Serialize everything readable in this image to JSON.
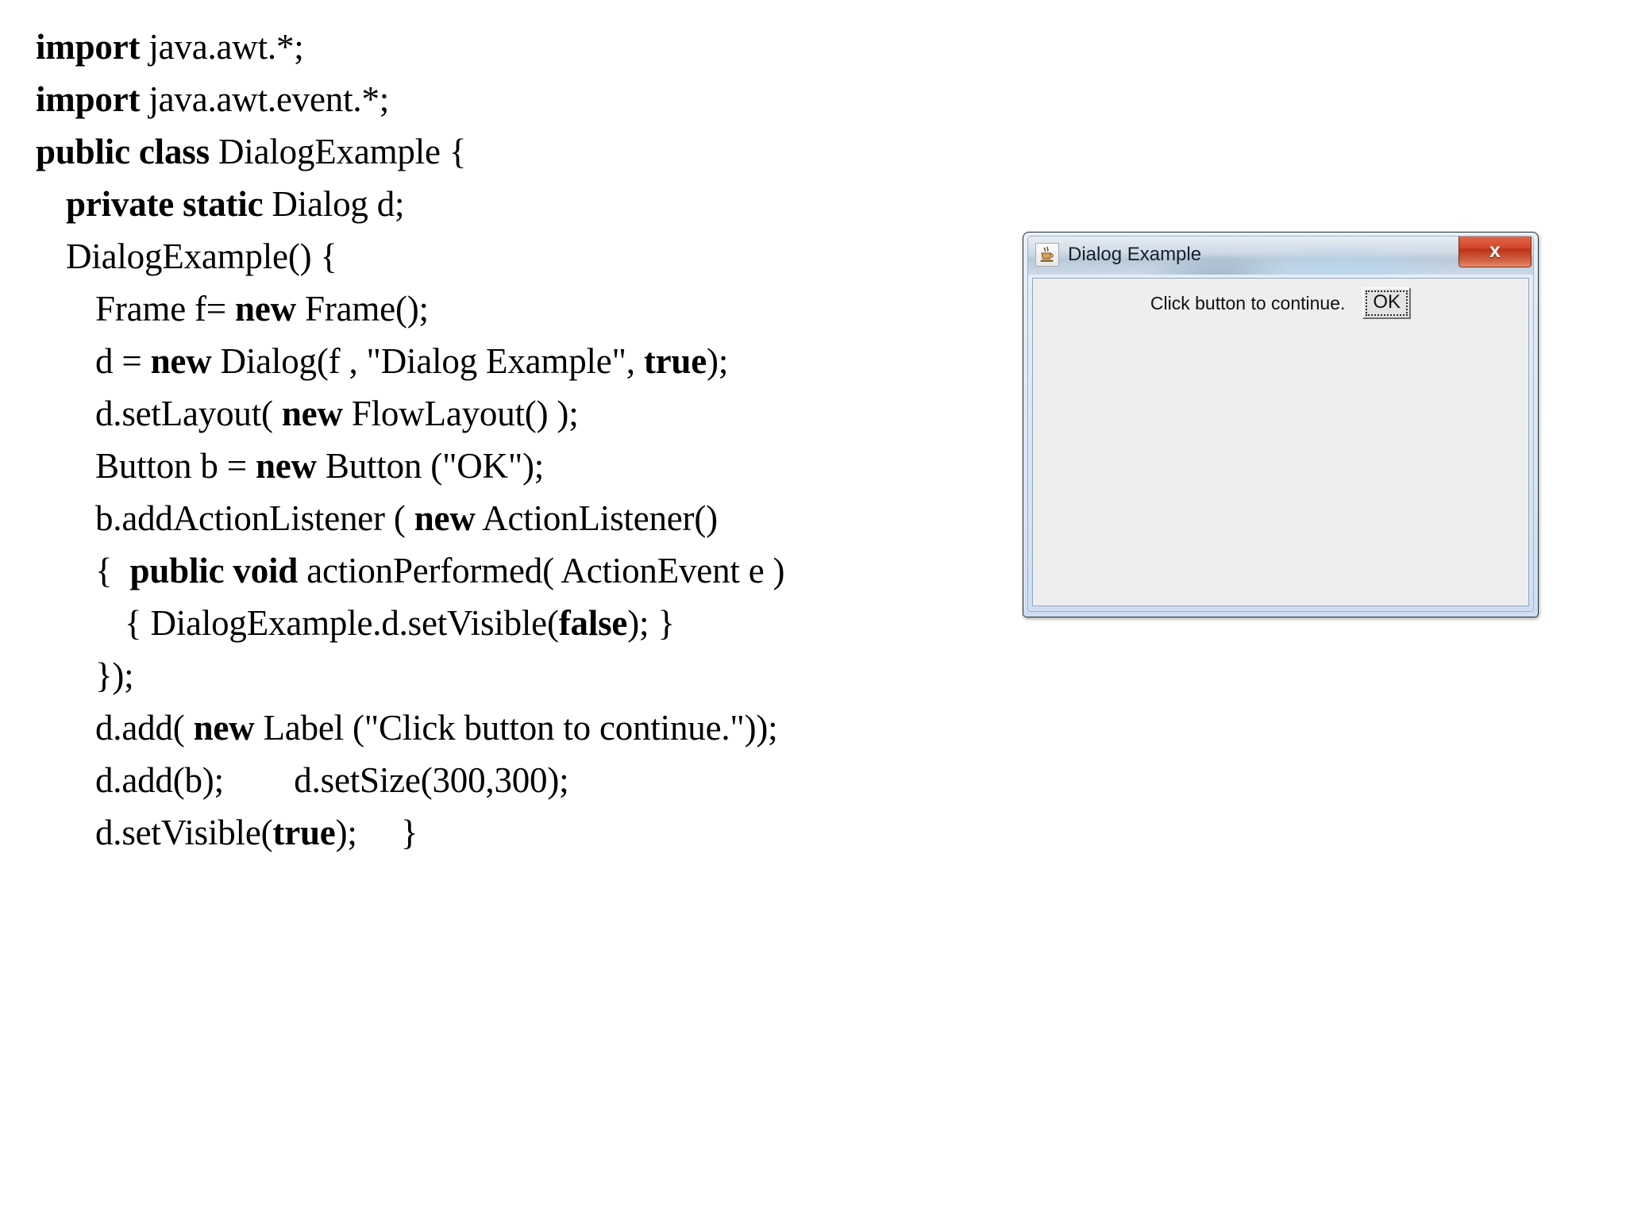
{
  "code": {
    "language": "java",
    "lines": [
      {
        "indent": 0,
        "segments": [
          {
            "t": "import",
            "bold": true
          },
          {
            "t": " java.awt.*;",
            "bold": false
          }
        ]
      },
      {
        "indent": 0,
        "segments": [
          {
            "t": "import",
            "bold": true
          },
          {
            "t": " java.awt.event.*;",
            "bold": false
          }
        ]
      },
      {
        "indent": 0,
        "segments": [
          {
            "t": "public class",
            "bold": true
          },
          {
            "t": " DialogExample {",
            "bold": false
          }
        ]
      },
      {
        "indent": 1,
        "segments": [
          {
            "t": "private static",
            "bold": true
          },
          {
            "t": " Dialog d;",
            "bold": false
          }
        ]
      },
      {
        "indent": 1,
        "segments": [
          {
            "t": "DialogExample() {",
            "bold": false
          }
        ]
      },
      {
        "indent": 2,
        "segments": [
          {
            "t": "Frame f= ",
            "bold": false
          },
          {
            "t": "new",
            "bold": true
          },
          {
            "t": " Frame();",
            "bold": false
          }
        ]
      },
      {
        "indent": 2,
        "segments": [
          {
            "t": "d = ",
            "bold": false
          },
          {
            "t": "new",
            "bold": true
          },
          {
            "t": " Dialog(f , \"Dialog Example\", ",
            "bold": false
          },
          {
            "t": "true",
            "bold": true
          },
          {
            "t": ");",
            "bold": false
          }
        ]
      },
      {
        "indent": 2,
        "segments": [
          {
            "t": "d.setLayout( ",
            "bold": false
          },
          {
            "t": "new",
            "bold": true
          },
          {
            "t": " FlowLayout() );",
            "bold": false
          }
        ]
      },
      {
        "indent": 2,
        "segments": [
          {
            "t": "Button b = ",
            "bold": false
          },
          {
            "t": "new",
            "bold": true
          },
          {
            "t": " Button (\"OK\");",
            "bold": false
          }
        ]
      },
      {
        "indent": 2,
        "segments": [
          {
            "t": "b.addActionListener ( ",
            "bold": false
          },
          {
            "t": "new",
            "bold": true
          },
          {
            "t": " ActionListener()",
            "bold": false
          }
        ]
      },
      {
        "indent": 2,
        "segments": [
          {
            "t": "{  ",
            "bold": false
          },
          {
            "t": "public void",
            "bold": true
          },
          {
            "t": " actionPerformed( ActionEvent e )",
            "bold": false
          }
        ]
      },
      {
        "indent": 3,
        "segments": [
          {
            "t": "{ DialogExample.d.setVisible(",
            "bold": false
          },
          {
            "t": "false",
            "bold": true
          },
          {
            "t": "); }",
            "bold": false
          }
        ]
      },
      {
        "indent": 2,
        "segments": [
          {
            "t": "});",
            "bold": false
          }
        ]
      },
      {
        "indent": 2,
        "segments": [
          {
            "t": "d.add( ",
            "bold": false
          },
          {
            "t": "new",
            "bold": true
          },
          {
            "t": " Label (\"Click button to continue.\"));",
            "bold": false
          }
        ]
      },
      {
        "indent": 2,
        "segments": [
          {
            "t": "d.add(b);        d.setSize(300,300);",
            "bold": false
          }
        ]
      },
      {
        "indent": 2,
        "segments": [
          {
            "t": "d.setVisible(",
            "bold": false
          },
          {
            "t": "true",
            "bold": true
          },
          {
            "t": ");     }",
            "bold": false
          }
        ]
      }
    ]
  },
  "dialog": {
    "title": "Dialog Example",
    "icon_name": "java-coffee-cup-icon",
    "close_label": "x",
    "label_text": "Click button to continue.",
    "ok_button_label": "OK",
    "colors": {
      "titlebar_top": "#e6edf4",
      "titlebar_bottom": "#c9d9e8",
      "close_button": "#d4472a",
      "content_background": "#eeeeee",
      "window_border": "#25303a"
    }
  }
}
